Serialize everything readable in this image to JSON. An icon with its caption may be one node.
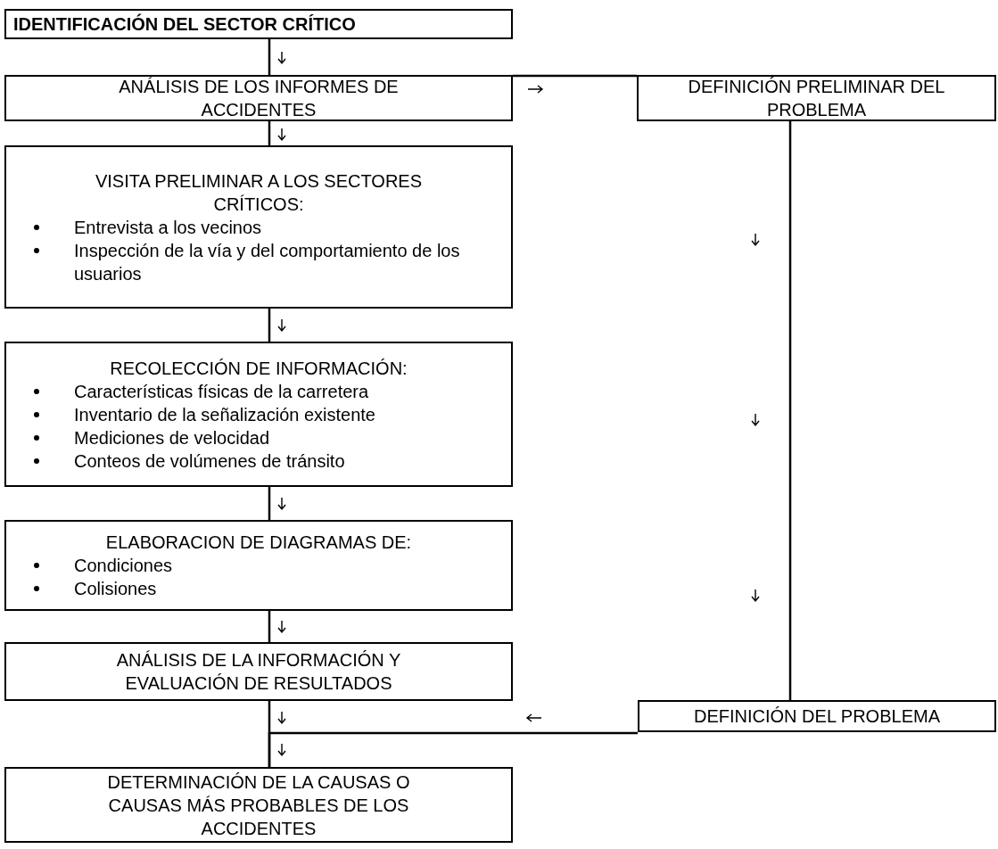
{
  "diagram": {
    "nodes": [
      {
        "text": [
          "IDENTIFICACIÓN DEL SECTOR CRÍTICO"
        ]
      },
      {
        "text": [
          "ANÁLISIS DE LOS INFORMES DE ACCIDENTES"
        ]
      },
      {
        "text": [
          "VISITA PRELIMINAR A LOS SECTORES CRÍTICOS:",
          "Entrevista a los vecinos",
          "Inspección de la vía y del comportamiento de los usuarios"
        ]
      },
      {
        "text": [
          "RECOLECCIÓN DE INFORMACIÓN:",
          "Características físicas de la carretera",
          "Inventario de la señalización existente",
          "Mediciones de velocidad",
          "Conteos de volúmenes de tránsito"
        ]
      },
      {
        "text": [
          "ELABORACION DE DIAGRAMAS DE:",
          "Condiciones",
          "Colisiones"
        ]
      },
      {
        "text": [
          "ANÁLISIS DE LA INFORMACIÓN Y EVALUACIÓN DE RESULTADOS"
        ]
      },
      {
        "text": [
          "DETERMINACIÓN DE LA CAUSAS O CAUSAS MÁS PROBABLES DE LOS ACCIDENTES"
        ]
      },
      {
        "text": [
          "DEFINICIÓN PRELIMINAR DEL PROBLEMA"
        ]
      },
      {
        "text": [
          "DEFINICIÓN DEL PROBLEMA"
        ]
      }
    ],
    "edges": [
      {
        "from": 0,
        "to": 1,
        "arrow": "none"
      },
      {
        "from": 1,
        "to": 2,
        "arrow": "none"
      },
      {
        "from": 2,
        "to": 3,
        "arrow": "none"
      },
      {
        "from": 3,
        "to": 4,
        "arrow": "none"
      },
      {
        "from": 4,
        "to": 5,
        "arrow": "none"
      },
      {
        "from": 5,
        "to": 6,
        "arrow": "none"
      },
      {
        "from": 1,
        "to": 7,
        "arrow": "none"
      },
      {
        "from": 7,
        "to": 8,
        "arrow": "none"
      },
      {
        "from": 8,
        "to": 6,
        "arrow": "none"
      }
    ]
  }
}
